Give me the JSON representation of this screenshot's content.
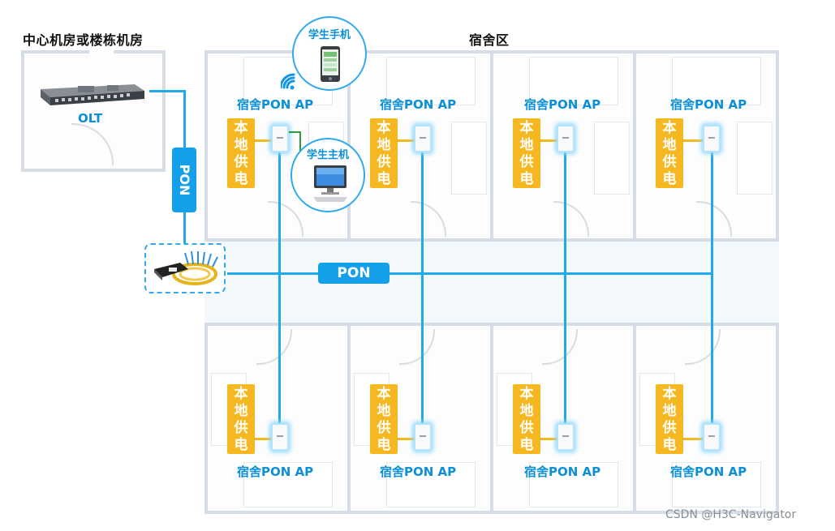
{
  "center_room": {
    "title": "中心机房或楼栋机房",
    "olt_label": "OLT"
  },
  "dorm_area": {
    "title": "宿舍区"
  },
  "pon_vertical_label": "PON",
  "pon_corridor_label": "PON",
  "ap_label": "宿舍PON AP",
  "power_chars": [
    "本",
    "地",
    "供",
    "电"
  ],
  "student_phone_label": "学生手机",
  "student_pc_label": "学生主机",
  "watermark": "CSDN @H3C-Navigator",
  "colors": {
    "fiber": "#22a8ee",
    "power": "#f6b820",
    "ap_text": "#0a8fd8",
    "pon_tag": "#14a0e8",
    "ethernet": "#2e9a3a"
  }
}
